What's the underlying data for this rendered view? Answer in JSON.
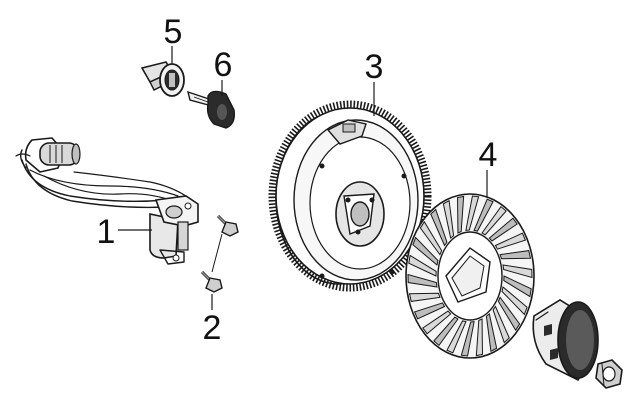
{
  "diagram": {
    "type": "exploded-parts-view",
    "callouts": [
      {
        "id": "1",
        "label": "1",
        "part": "ignition-coil"
      },
      {
        "id": "2",
        "label": "2",
        "part": "bolt"
      },
      {
        "id": "3",
        "label": "3",
        "part": "flywheel"
      },
      {
        "id": "4",
        "label": "4",
        "part": "cooling-fan"
      },
      {
        "id": "5",
        "label": "5",
        "part": "ignition-switch"
      },
      {
        "id": "6",
        "label": "6",
        "part": "ignition-key"
      }
    ],
    "colors": {
      "line": "#1a1a1a",
      "part_fill": "#f2f2f2",
      "part_shade": "#bfbfbf",
      "dark": "#2b2b2b",
      "background": "#ffffff"
    }
  }
}
